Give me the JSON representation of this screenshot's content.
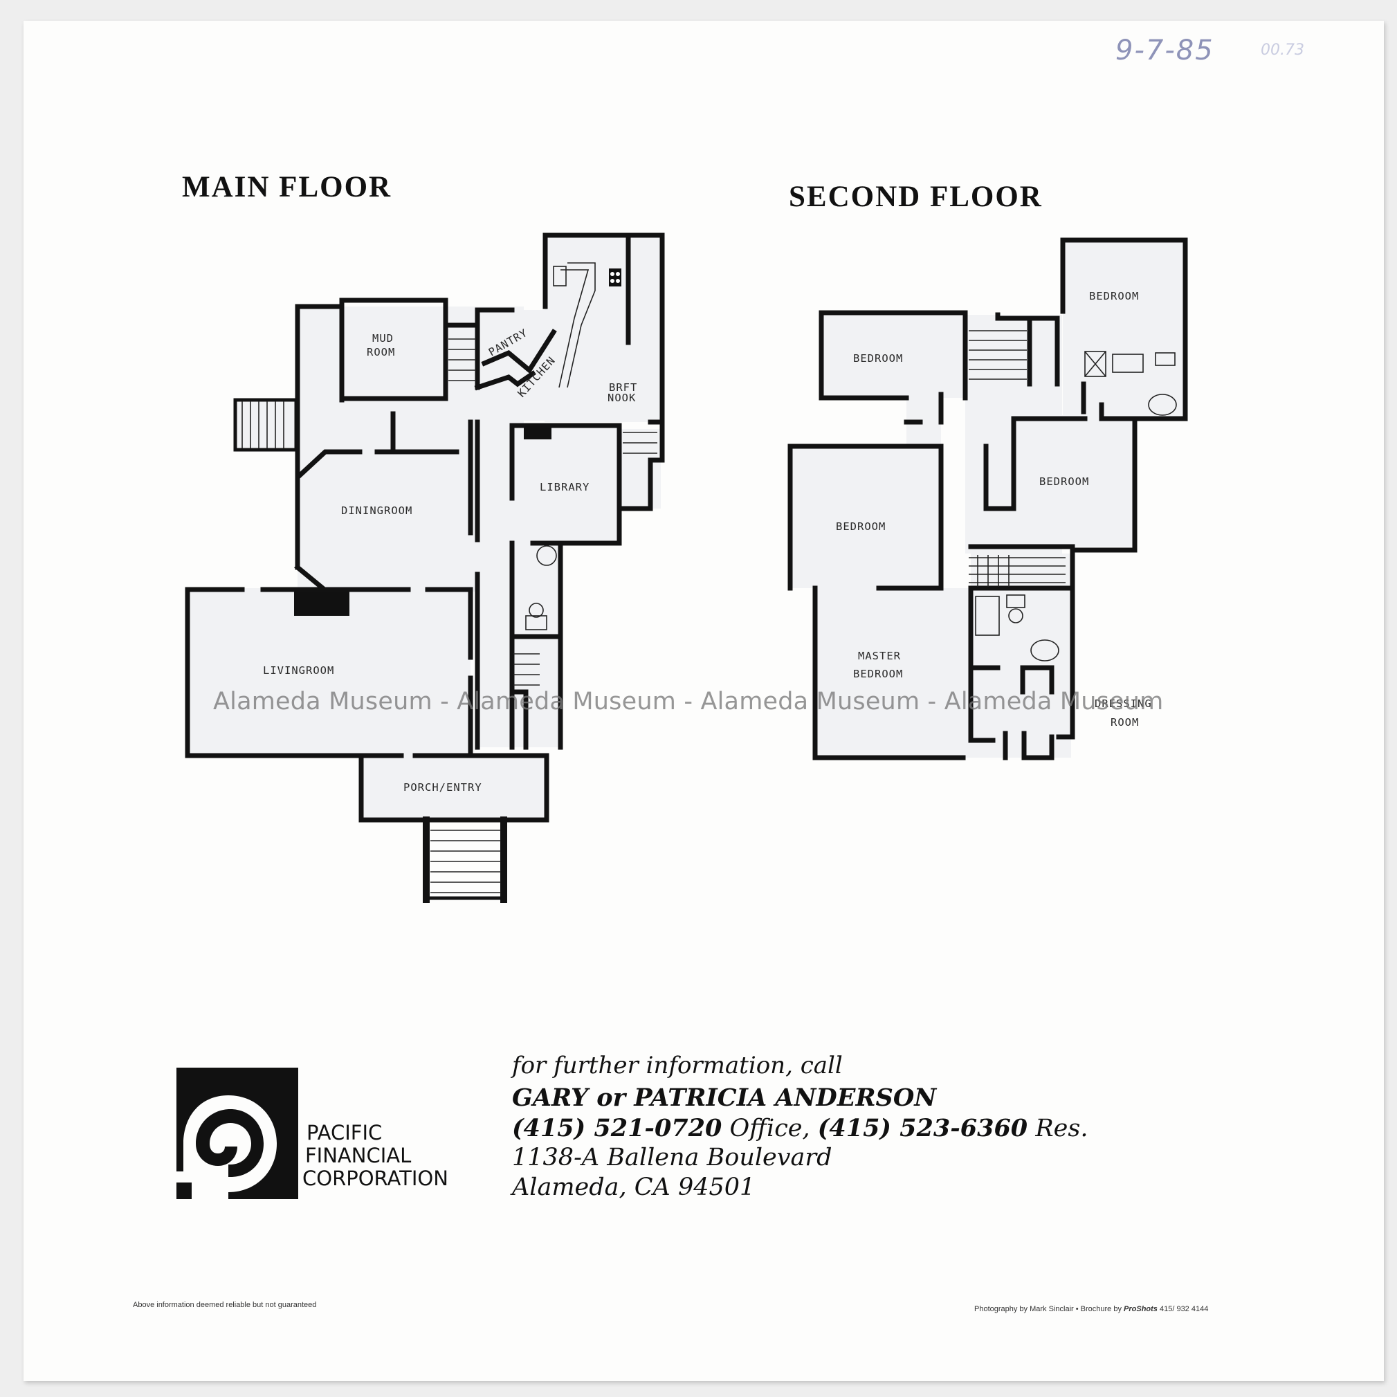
{
  "handwritten": {
    "date": "9-7-85",
    "note": "00.73"
  },
  "floors": {
    "main": {
      "title": "MAIN FLOOR",
      "rooms": {
        "mud_room_1": "MUD",
        "mud_room_2": "ROOM",
        "pantry": "PANTRY",
        "kitchen": "KITCHEN",
        "brft_nook_1": "BRFT",
        "brft_nook_2": "NOOK",
        "library": "LIBRARY",
        "dining": "DININGROOM",
        "living": "LIVINGROOM",
        "porch": "PORCH/ENTRY"
      }
    },
    "second": {
      "title": "SECOND FLOOR",
      "rooms": {
        "bedroom_ne": "BEDROOM",
        "bedroom_nw": "BEDROOM",
        "bedroom_e": "BEDROOM",
        "bedroom_w": "BEDROOM",
        "master_1": "MASTER",
        "master_2": "BEDROOM",
        "dressing_1": "DRESSING",
        "dressing_2": "ROOM"
      }
    }
  },
  "watermark": "Alameda Museum - Alameda Museum - Alameda Museum - Alameda Museum",
  "company": {
    "line1": "PACIFIC",
    "line2": "FINANCIAL",
    "line3": "CORPORATION"
  },
  "contact": {
    "intro": "for further information, call",
    "names": "GARY or PATRICIA ANDERSON",
    "office_phone": "(415) 521-0720",
    "office_label": "Office,",
    "res_phone": "(415) 523-6360",
    "res_label": "Res.",
    "street": "1138-A Ballena Boulevard",
    "city": "Alameda, CA 94501"
  },
  "footer": {
    "disclaimer": "Above information deemed reliable but not guaranteed",
    "credits_prefix": "Photography by Mark Sinclair • Brochure by",
    "credits_brand": "ProShots",
    "credits_phone": "415/ 932 4144"
  }
}
